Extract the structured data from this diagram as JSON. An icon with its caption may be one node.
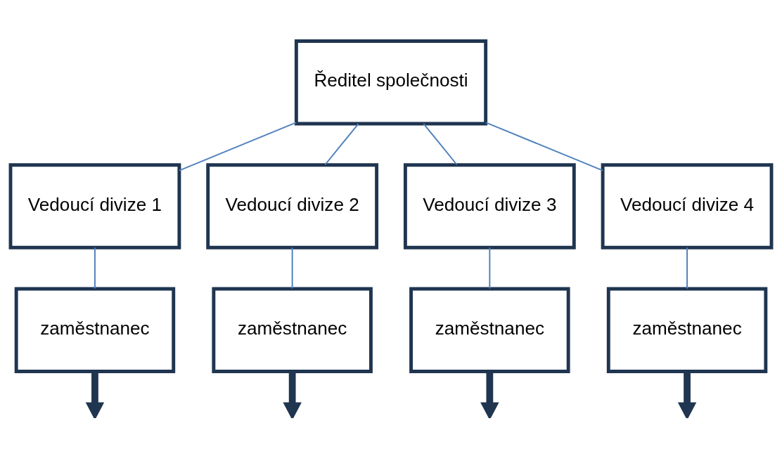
{
  "diagram": {
    "nodes": [
      {
        "text": [
          "Ředitel společnosti"
        ]
      },
      {
        "text": [
          "Vedoucí divize 1"
        ]
      },
      {
        "text": [
          "Vedoucí divize 2"
        ]
      },
      {
        "text": [
          "Vedoucí divize 3"
        ]
      },
      {
        "text": [
          "Vedoucí divize 4"
        ]
      },
      {
        "text": [
          "zaměstnanec"
        ]
      },
      {
        "text": [
          "zaměstnanec"
        ]
      },
      {
        "text": [
          "zaměstnanec"
        ]
      },
      {
        "text": [
          "zaměstnanec"
        ]
      }
    ],
    "edges": [
      {
        "from": 0,
        "to": 1,
        "arrow": "none"
      },
      {
        "from": 0,
        "to": 2,
        "arrow": "none"
      },
      {
        "from": 0,
        "to": 3,
        "arrow": "none"
      },
      {
        "from": 0,
        "to": 4,
        "arrow": "none"
      },
      {
        "from": 1,
        "to": 5,
        "arrow": "none"
      },
      {
        "from": 2,
        "to": 6,
        "arrow": "none"
      },
      {
        "from": 3,
        "to": 7,
        "arrow": "none"
      },
      {
        "from": 4,
        "to": 8,
        "arrow": "none"
      },
      {
        "from": 5,
        "to": null,
        "arrow": "to",
        "style": "thick",
        "color": "#1f3550"
      },
      {
        "from": 6,
        "to": null,
        "arrow": "to",
        "style": "thick",
        "color": "#1f3550"
      },
      {
        "from": 7,
        "to": null,
        "arrow": "to",
        "style": "thick",
        "color": "#1f3550"
      },
      {
        "from": 8,
        "to": null,
        "arrow": "to",
        "style": "thick",
        "color": "#1f3550"
      }
    ]
  }
}
